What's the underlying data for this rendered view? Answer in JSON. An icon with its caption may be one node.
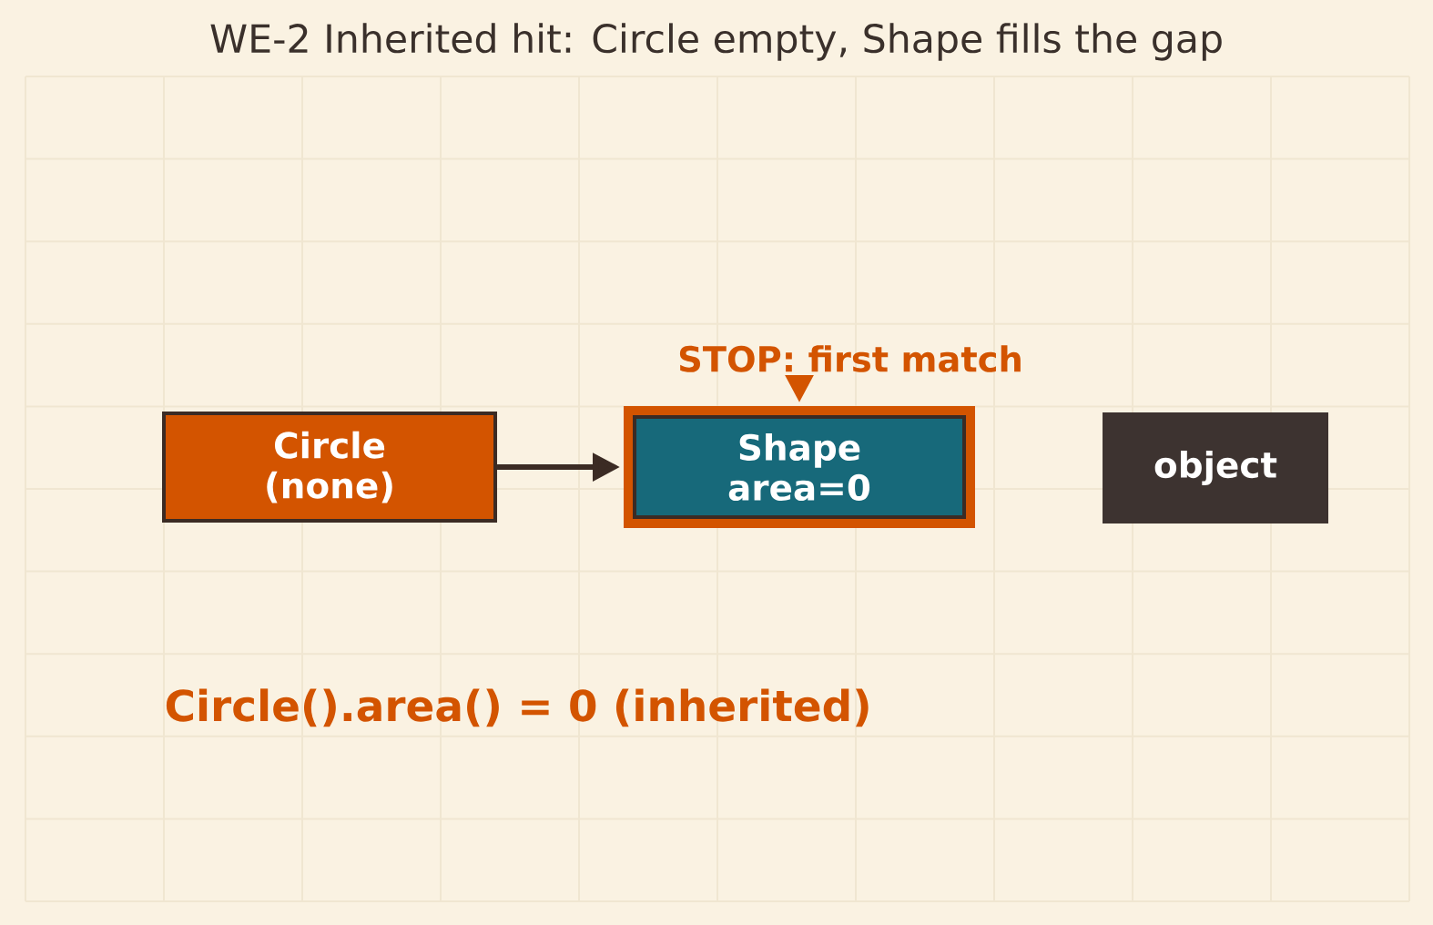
{
  "diagram": {
    "title": "WE-2 Inherited hit: Circle empty, Shape fills the gap",
    "nodes": [
      {
        "text": [
          "STOP: first match"
        ]
      },
      {
        "text": [
          "Circle",
          "(none)"
        ]
      },
      {
        "text": [
          "Shape",
          "area=0"
        ]
      },
      {
        "text": [
          "object"
        ]
      }
    ],
    "edges": [
      {
        "from": 1,
        "to": 2,
        "arrow": "to"
      },
      {
        "from": 0,
        "to": 2,
        "arrow": "to",
        "color": "#d35400"
      }
    ],
    "labels": [
      "Circle().area() = 0 (inherited)"
    ]
  }
}
